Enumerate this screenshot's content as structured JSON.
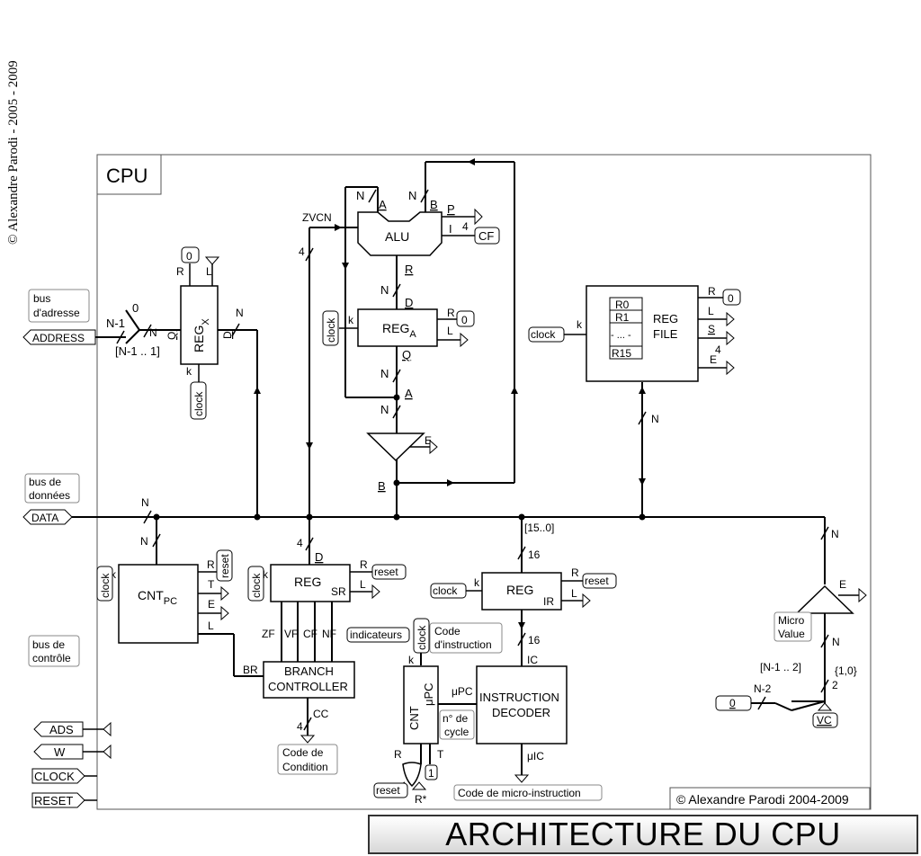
{
  "side_copyright": "© Alexandre Parodi - 2005 - 2009",
  "banner_title": "ARCHITECTURE DU CPU",
  "cpu": {
    "title": "CPU",
    "copyright": "© Alexandre Parodi 2004-2009"
  },
  "ext": {
    "bus_adresse_1": "bus",
    "bus_adresse_2": "d'adresse",
    "address": "ADDRESS",
    "bus_donnees_1": "bus de",
    "bus_donnees_2": "données",
    "data": "DATA",
    "bus_controle_1": "bus de",
    "bus_controle_2": "contrôle",
    "ads": "ADS",
    "w": "W",
    "clock": "CLOCK",
    "reset": "RESET"
  },
  "blocks": {
    "alu": "ALU",
    "reg": "REG",
    "sub_a": "A",
    "sub_x": "X",
    "sub_pc": "PC",
    "cnt": "CNT",
    "regfile_1": "REG",
    "regfile_2": "FILE",
    "reg_r0": "R0",
    "reg_r1": "R1",
    "reg_dots": "- ... -",
    "reg_r15": "R15",
    "branch_1": "BRANCH",
    "branch_2": "CONTROLLER",
    "decoder_1": "INSTRUCTION",
    "decoder_2": "DECODER",
    "upc_cnt": "CNT",
    "upc": "μPC",
    "micro_value_1": "Micro",
    "micro_value_2": "Value"
  },
  "labels": {
    "n": "N",
    "n1": "N-1",
    "n2": "N-2",
    "zero": "0",
    "one": "1",
    "four": "4",
    "two": "2",
    "sixteen": "16",
    "r": "R",
    "l": "L",
    "e": "E",
    "t": "T",
    "k": "k",
    "p": "P",
    "i": "I",
    "s": "S",
    "a": "A",
    "b": "B",
    "d": "D",
    "q": "Q",
    "sr": "SR",
    "ir": "IR",
    "ic": "IC",
    "br": "BR",
    "cc": "CC",
    "zf": "ZF",
    "vf": "VF",
    "cf": "CF",
    "nf": "NF",
    "cf_box": "CF",
    "zvcn": "ZVCN",
    "range_addr": "[N-1 .. 1]",
    "range_data": "[15..0]",
    "range_mv": "[N-1 .. 2]",
    "set_10": "{1,0}",
    "clock": "clock",
    "reset": "reset",
    "indicateurs": "indicateurs",
    "code_instr_1": "Code",
    "code_instr_2": "d'instruction",
    "code_cond_1": "Code de",
    "code_cond_2": "Condition",
    "code_micro": "Code de micro-instruction",
    "n_cycle_1": "n° de",
    "n_cycle_2": "cycle",
    "upc_out": "μPC",
    "uic": "μIC",
    "rstar": "R*",
    "vc": "VC"
  }
}
